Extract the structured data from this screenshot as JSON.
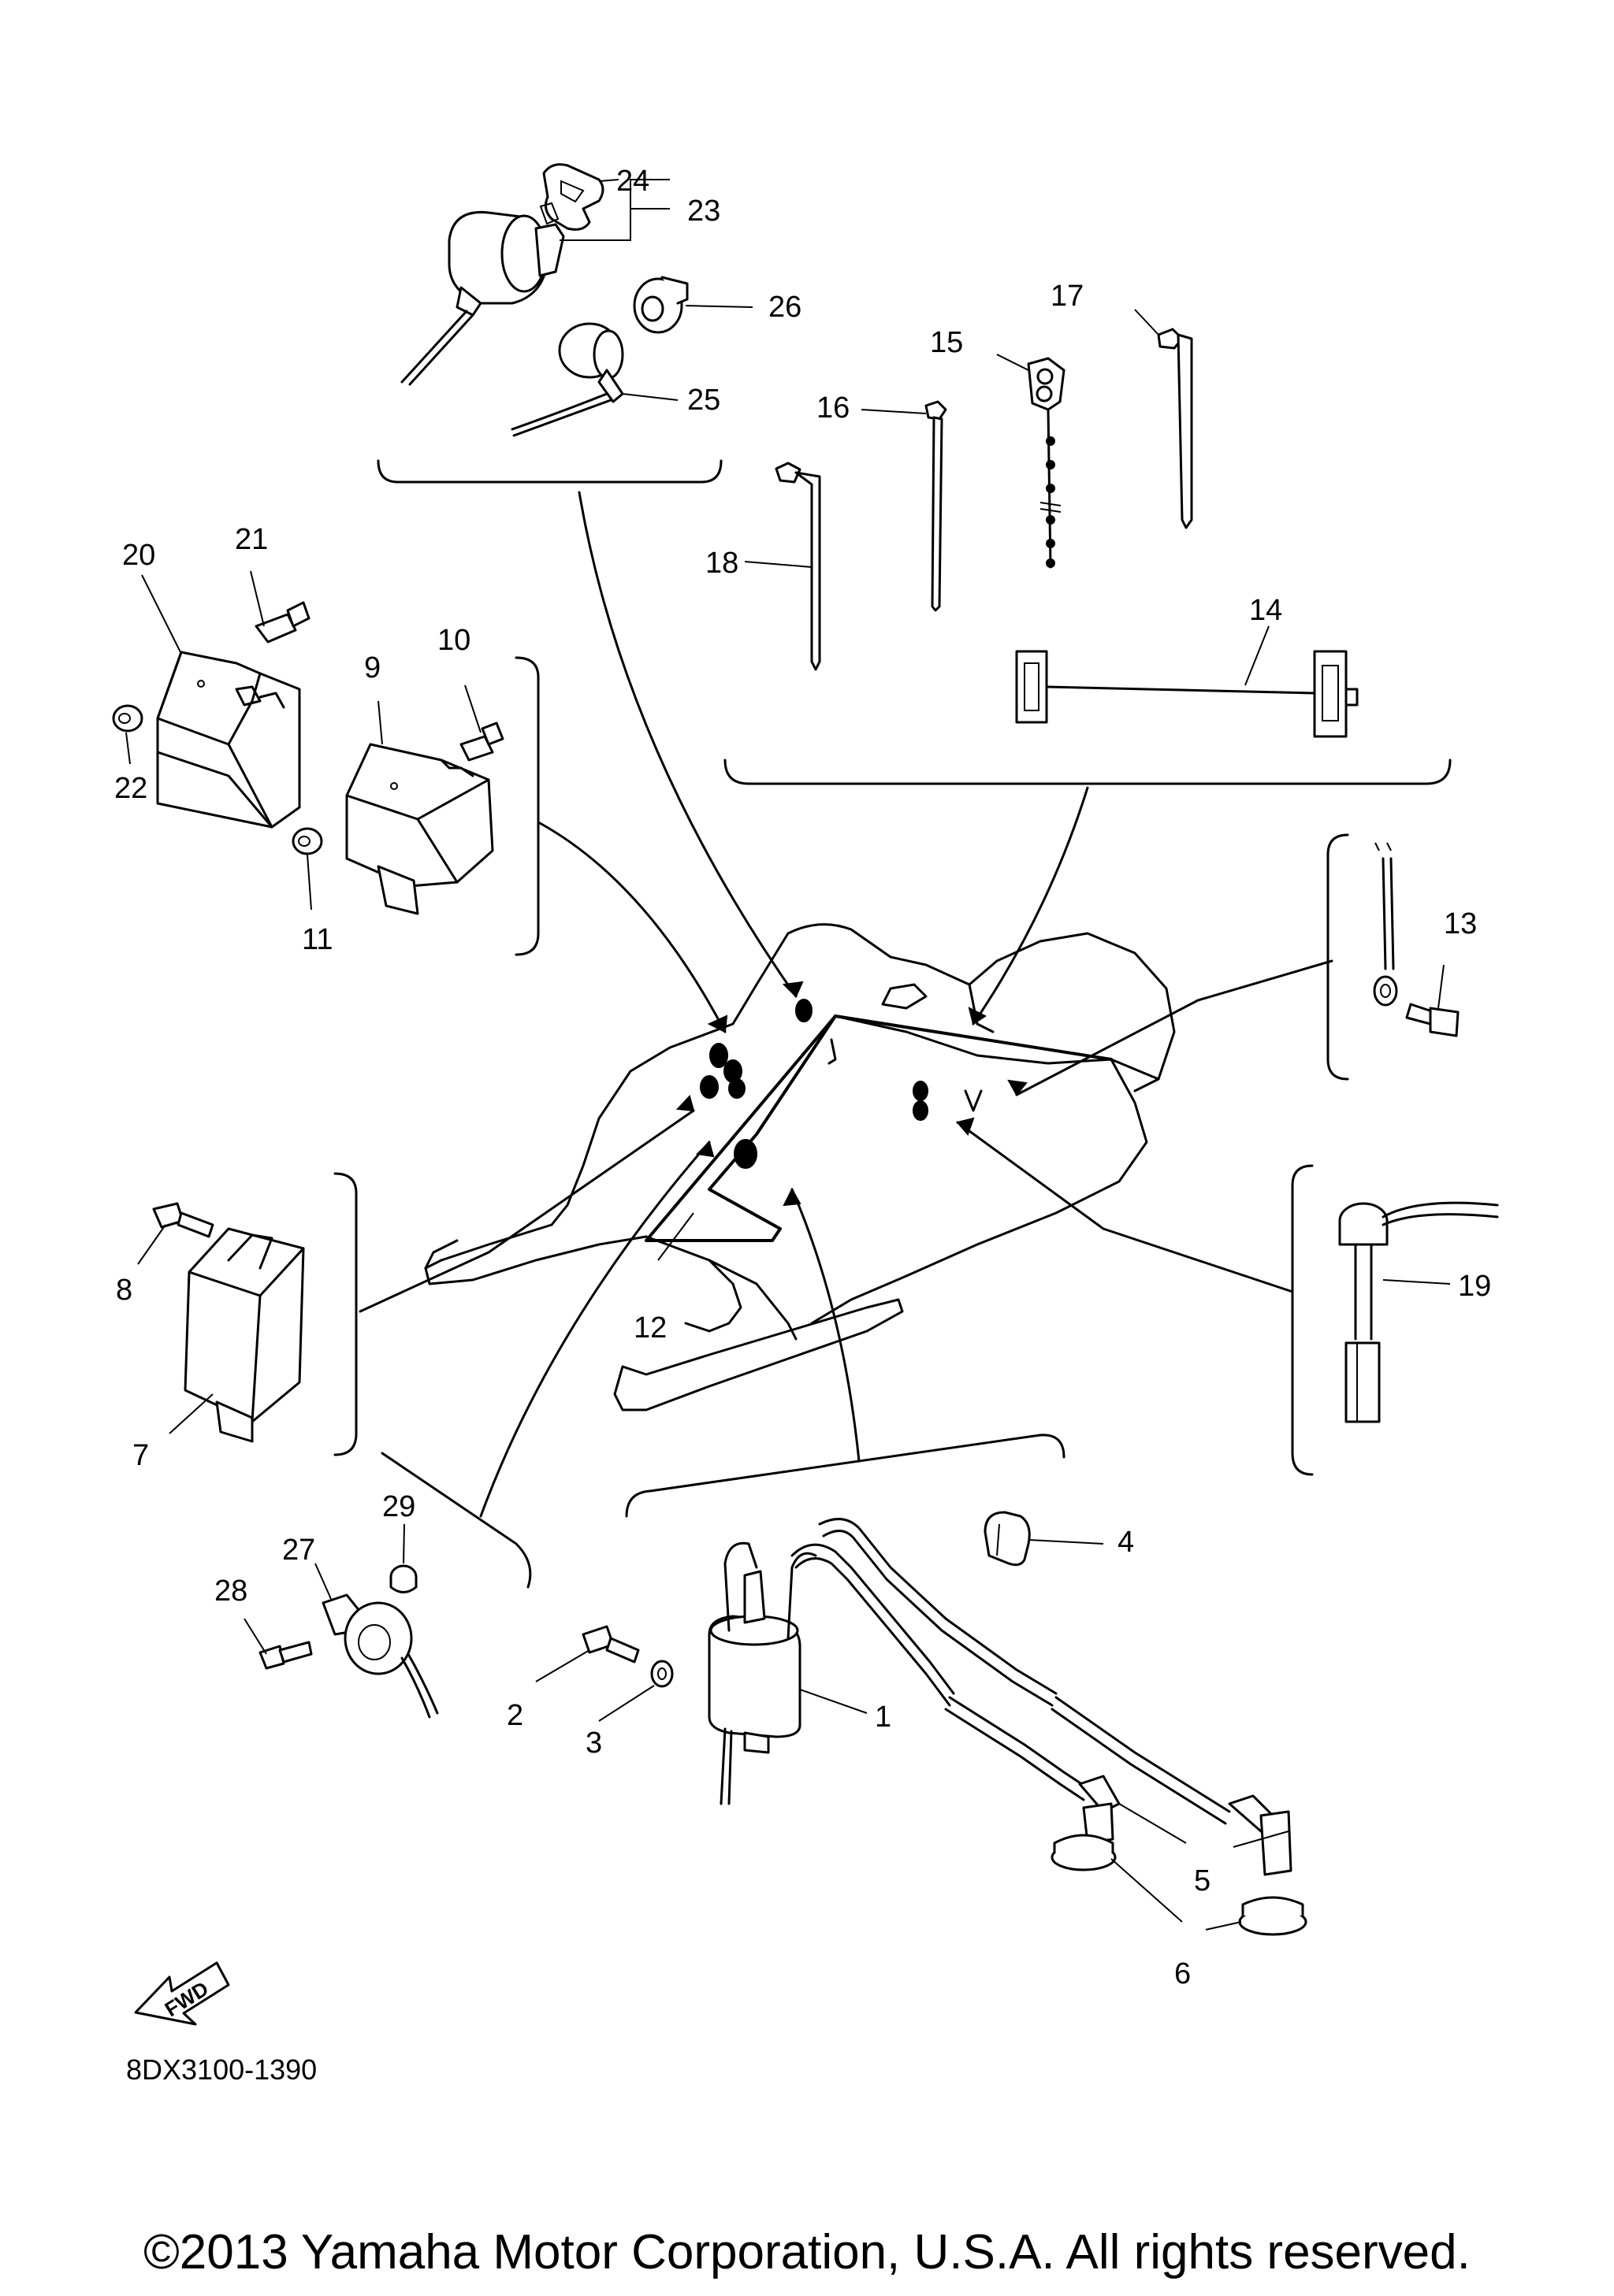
{
  "callouts": [
    {
      "number": "1"
    },
    {
      "number": "2"
    },
    {
      "number": "3"
    },
    {
      "number": "4"
    },
    {
      "number": "5"
    },
    {
      "number": "6"
    },
    {
      "number": "7"
    },
    {
      "number": "8"
    },
    {
      "number": "9"
    },
    {
      "number": "10"
    },
    {
      "number": "11"
    },
    {
      "number": "12"
    },
    {
      "number": "13"
    },
    {
      "number": "14"
    },
    {
      "number": "15"
    },
    {
      "number": "16"
    },
    {
      "number": "17"
    },
    {
      "number": "18"
    },
    {
      "number": "19"
    },
    {
      "number": "20"
    },
    {
      "number": "21"
    },
    {
      "number": "22"
    },
    {
      "number": "23"
    },
    {
      "number": "24"
    },
    {
      "number": "25"
    },
    {
      "number": "26"
    },
    {
      "number": "27"
    },
    {
      "number": "28"
    },
    {
      "number": "29"
    }
  ],
  "diagram_code": "8DX3100-1390",
  "fwd_label": "FWD",
  "copyright": "©2013 Yamaha Motor Corporation, U.S.A. All rights reserved."
}
